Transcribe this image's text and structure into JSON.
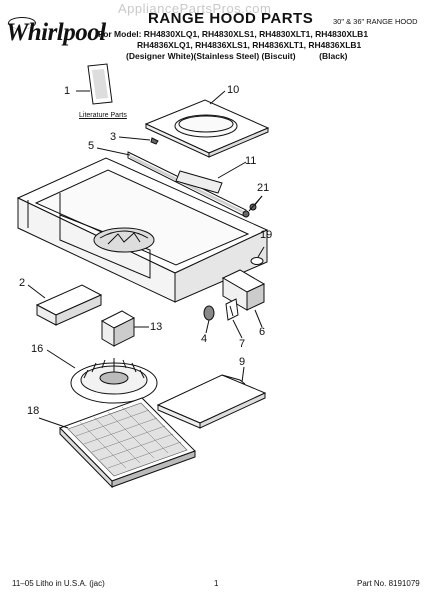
{
  "watermark": "AppliancePartsPros.com",
  "brand": {
    "name": "Whirlpool"
  },
  "header": {
    "title": "RANGE HOOD PARTS",
    "subtitle": "30\" & 36\" RANGE HOOD",
    "model_line_1": "For Model: RH4830XLQ1, RH4830XLS1, RH4830XLT1, RH4830XLB1",
    "model_line_2": "RH4836XLQ1, RH4836XLS1, RH4836XLT1, RH4836XLB1",
    "finish_line": "(Designer White)(Stainless Steel) (Biscuit)          (Black)"
  },
  "parts": {
    "p1": "1",
    "p2": "2",
    "p3": "3",
    "p4": "4",
    "p5": "5",
    "p6": "6",
    "p7": "7",
    "p9": "9",
    "p10": "10",
    "p11": "11",
    "p13": "13",
    "p16": "16",
    "p18": "18",
    "p19": "19",
    "p21": "21"
  },
  "literature_label": "Literature Parts",
  "footer": {
    "left": "11–05 Litho in U.S.A. (jac)",
    "page": "1",
    "part_no": "Part No. 8191079"
  }
}
